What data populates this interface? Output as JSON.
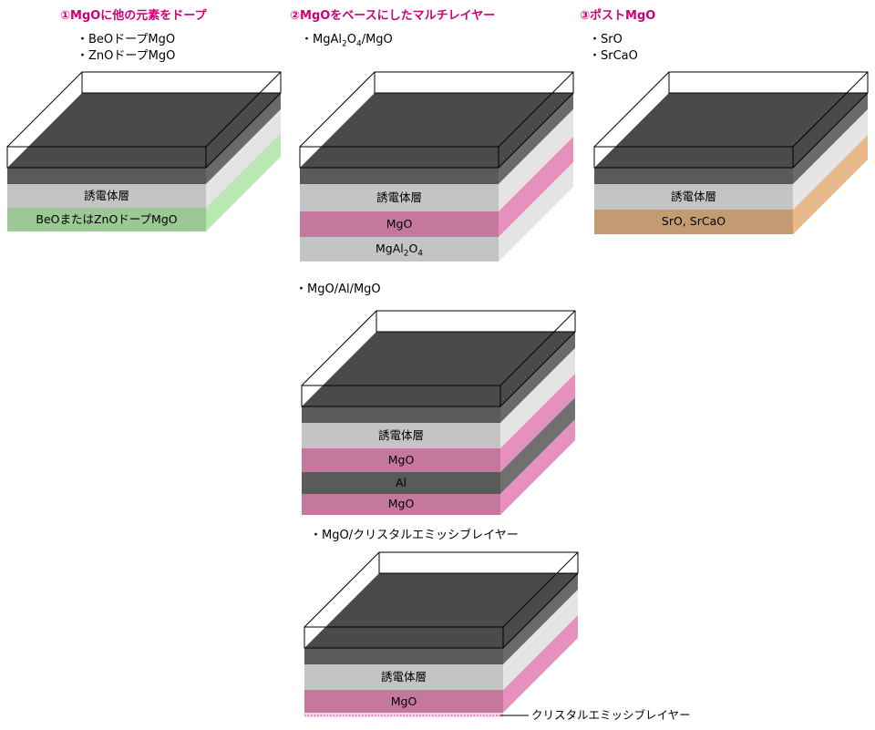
{
  "colors": {
    "top": "#4a4a4a",
    "dark_layer": "#5a5a5a",
    "dark_side": "#6a6a6a",
    "dielectric": "#c4c4c4",
    "dielectric_side": "#e4e4e4",
    "mgo": "#c5789e",
    "mgo_side": "#e590bd",
    "doped": "#9cc895",
    "doped_side": "#b9e8b3",
    "sr": "#c49a73",
    "sr_side": "#e8b88a",
    "al": "#5a5a5a",
    "al_side": "#707070",
    "mgal": "#c4c4c4",
    "mgal_side": "#e4e4e4",
    "header": "#cc0077"
  },
  "headers": {
    "h1": "①MgOに他の元素をドープ",
    "h2": "②MgOをベースにしたマルチレイヤー",
    "h3": "③ポストMgO"
  },
  "notes": {
    "h1_line1": "・BeOドープMgO",
    "h1_line2": "・ZnOドープMgO",
    "h2_main": "・MgAl",
    "h2_sub1": "2",
    "h2_o": "O",
    "h2_sub2": "4",
    "h2_rest": "/MgO",
    "h3_line1": "・SrO",
    "h3_line2": "・SrCaO",
    "n4": "・MgO/Al/MgO",
    "n5": "・MgO/クリスタルエミッシブレイヤー"
  },
  "layers": {
    "dielectric": "誘電体層",
    "doped": "BeOまたはZnOドープMgO",
    "mgo": "MgO",
    "mgal_main": "MgAl",
    "mgal_sub1": "2",
    "mgal_o": "O",
    "mgal_sub2": "4",
    "sr": "SrO, SrCaO",
    "al": "Al"
  },
  "callout": "クリスタルエミッシブレイヤー"
}
